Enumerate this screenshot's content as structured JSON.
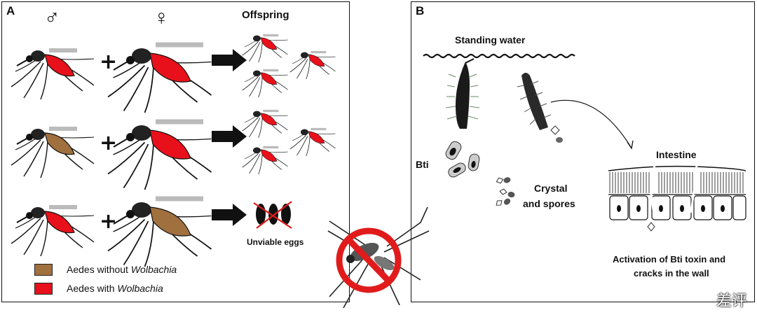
{
  "panel_a": {
    "label": "A",
    "male_symbol": "♂",
    "female_symbol": "♀",
    "offspring_label": "Offspring",
    "unviable_label": "Unviable eggs",
    "legend": [
      {
        "prefix": "Aedes without ",
        "italic": "Wolbachia",
        "color": "#a0703e"
      },
      {
        "prefix": "Aedes with ",
        "italic": "Wolbachia",
        "color": "#e8101a"
      }
    ]
  },
  "panel_b": {
    "label": "B",
    "standing_water_label": "Standing water",
    "bti_label": "Bti",
    "crystal_label_line1": "Crystal",
    "crystal_label_line2": "and spores",
    "intestine_label": "Intestine",
    "activation_line1": "Activation of Bti toxin and",
    "activation_line2": "cracks in the wall"
  },
  "watermark": "差评",
  "colors": {
    "infected": "#e8101a",
    "uninfected": "#a0703e",
    "prohibit": "#e11b1b",
    "outline": "#111111"
  }
}
